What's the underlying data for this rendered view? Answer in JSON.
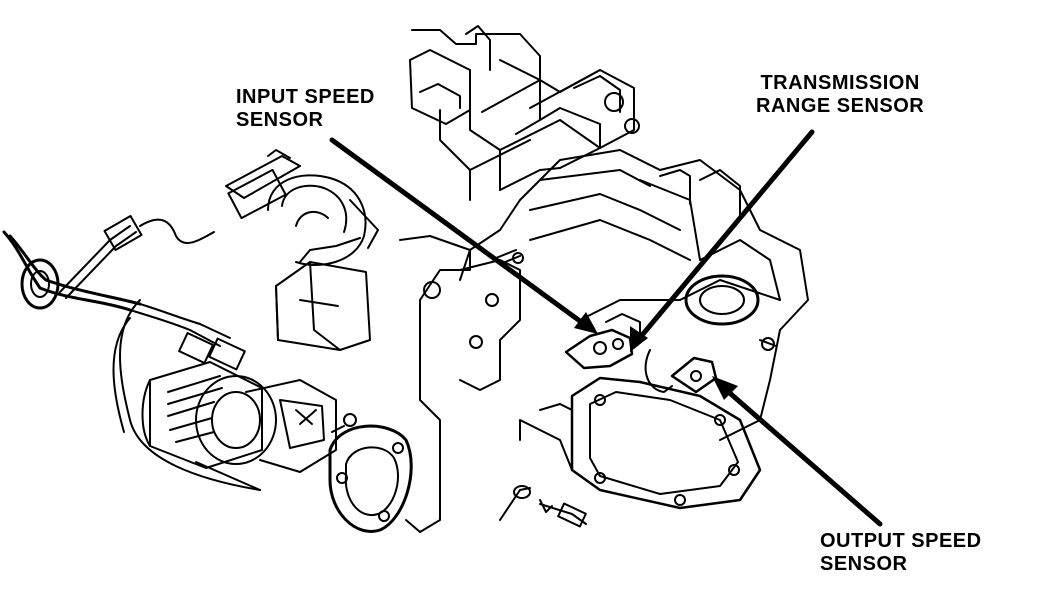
{
  "diagram": {
    "ink_color": "#000000",
    "paper_color": "#ffffff"
  },
  "labels": {
    "input_speed_sensor": {
      "line1": "INPUT SPEED",
      "line2": "SENSOR"
    },
    "transmission_range_sensor": {
      "line1": "TRANSMISSION",
      "line2": "RANGE SENSOR"
    },
    "output_speed_sensor": {
      "line1": "OUTPUT SPEED",
      "line2": "SENSOR"
    }
  }
}
